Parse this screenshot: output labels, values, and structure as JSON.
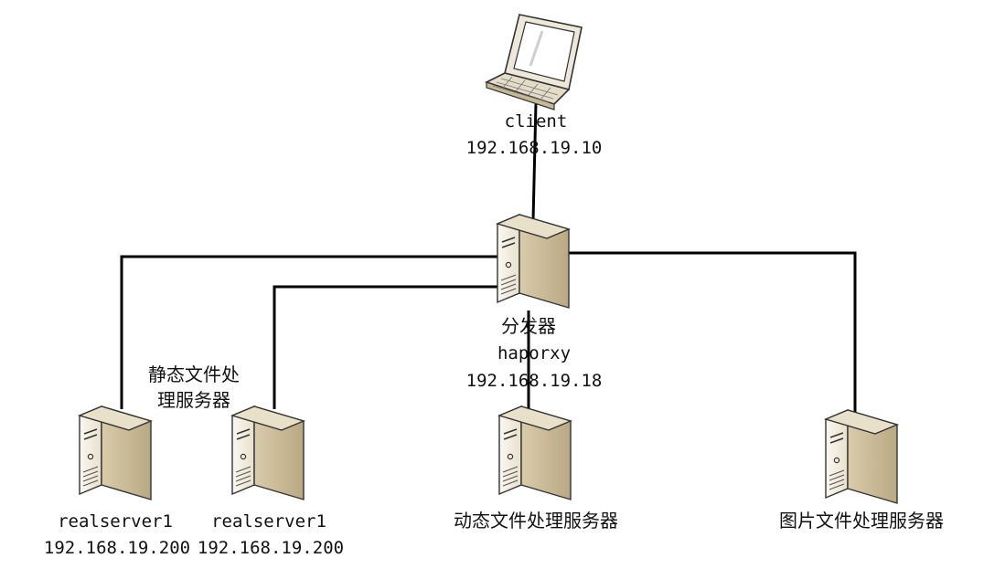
{
  "client": {
    "name": "client",
    "ip": "192.168.19.10",
    "icon": "laptop-icon"
  },
  "proxy": {
    "role": "分发器",
    "name": "haporxy",
    "ip": "192.168.19.18",
    "icon": "server-icon"
  },
  "static_group": {
    "label_line1": "静态文件处",
    "label_line2": "理服务器"
  },
  "static_servers": [
    {
      "name": "realserver1",
      "ip": "192.168.19.200",
      "icon": "server-icon"
    },
    {
      "name": "realserver1",
      "ip": "192.168.19.200",
      "icon": "server-icon"
    }
  ],
  "dynamic_server": {
    "label": "动态文件处理服务器",
    "icon": "server-icon"
  },
  "image_server": {
    "label": "图片文件处理服务器",
    "icon": "server-icon"
  },
  "colors": {
    "line": "#000000",
    "server_front": "#f4efe4",
    "server_side": "#cfc2a2",
    "server_top": "#e6dcc6",
    "outline": "#333333"
  }
}
